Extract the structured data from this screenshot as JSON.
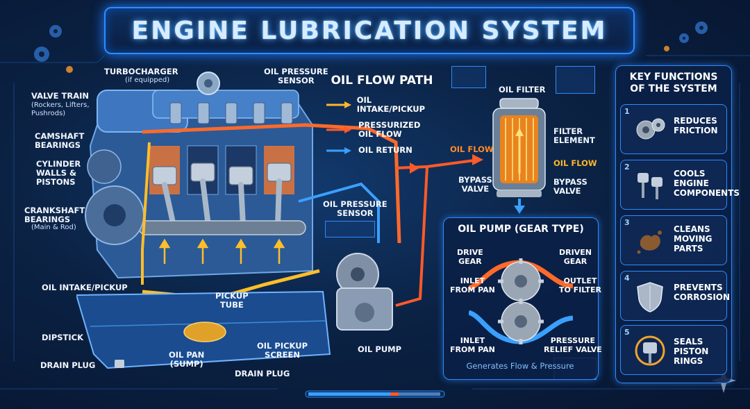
{
  "title": "ENGINE LUBRICATION SYSTEM",
  "engine_labels": {
    "turbocharger": "TURBOCHARGER",
    "turbocharger_note": "(if equipped)",
    "oil_pressure_sensor_top": "OIL PRESSURE\nSENSOR",
    "valve_train": "VALVE TRAIN",
    "valve_train_note": "(Rockers, Lifters,\nPushrods)",
    "camshaft_bearings": "CAMSHAFT\nBEARINGS",
    "cylinder_walls": "CYLINDER\nWALLS &\nPISTONS",
    "crankshaft_bearings": "CRANKSHAFT\nBEARINGS",
    "crankshaft_note": "(Main & Rod)",
    "oil_intake": "OIL INTAKE/PICKUP",
    "dipstick": "DIPSTICK",
    "drain_plug_left": "DRAIN PLUG",
    "pickup_tube": "PICKUP\nTUBE",
    "oil_pan": "OIL PAN\n(SUMP)",
    "oil_pickup_screen": "OIL PICKUP\nSCREEN",
    "drain_plug_bottom": "DRAIN PLUG",
    "oil_pressure_sensor_mid": "OIL PRESSURE\nSENSOR",
    "oil_pump": "OIL PUMP"
  },
  "legend": {
    "title": "OIL FLOW PATH",
    "items": [
      {
        "label": "OIL INTAKE/PICKUP",
        "color": "#ffb62a"
      },
      {
        "label": "PRESSURIZED\nOIL FLOW",
        "color": "#ff5a2a"
      },
      {
        "label": "OIL RETURN",
        "color": "#3aa0ff"
      }
    ]
  },
  "filter": {
    "title": "OIL FILTER",
    "element": "FILTER\nELEMENT",
    "flow_in": "OIL FLOW",
    "flow_out": "OIL FLOW",
    "bypass_left": "BYPASS\nVALVE",
    "bypass_right": "BYPASS\nVALVE"
  },
  "pump_panel": {
    "title": "OIL PUMP (GEAR TYPE)",
    "drive_gear": "DRIVE\nGEAR",
    "driven_gear": "DRIVEN\nGEAR",
    "inlet_top": "INLET\nFROM PAN",
    "outlet": "OUTLET\nTO FILTER",
    "inlet_bottom": "INLET\nFROM PAN",
    "relief": "PRESSURE\nRELIEF VALVE",
    "caption": "Generates Flow & Pressure"
  },
  "functions": {
    "title": "KEY FUNCTIONS\nOF THE SYSTEM",
    "items": [
      {
        "num": "1",
        "label": "REDUCES\nFRICTION",
        "icon": "gears-icon"
      },
      {
        "num": "2",
        "label": "COOLS\nENGINE\nCOMPONENTS",
        "icon": "pistons-icon"
      },
      {
        "num": "3",
        "label": "CLEANS\nMOVING\nPARTS",
        "icon": "sludge-icon"
      },
      {
        "num": "4",
        "label": "PREVENTS\nCORROSION",
        "icon": "shield-icon"
      },
      {
        "num": "5",
        "label": "SEALS\nPISTON RINGS",
        "icon": "piston-ring-icon"
      }
    ]
  },
  "colors": {
    "accent": "#2f8bff",
    "intake": "#ffb62a",
    "pressurized": "#ff5a2a",
    "return": "#3aa0ff"
  }
}
